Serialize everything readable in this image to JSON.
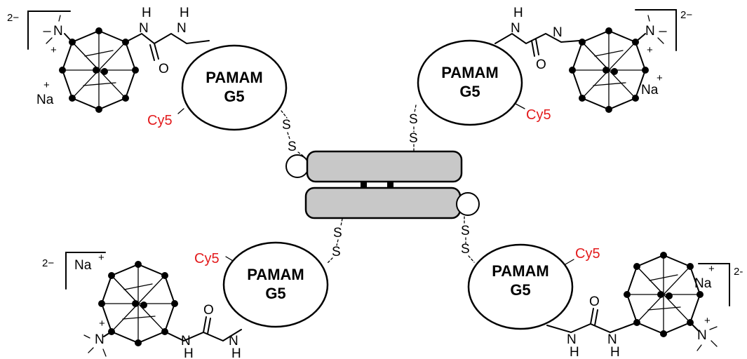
{
  "labels": {
    "pamam_name": "PAMAM",
    "pamam_generation": "G5",
    "dye": "Cy5",
    "sulfur": "S",
    "sodium": "Na",
    "plus": "+",
    "nitrogen": "N",
    "nh": "H",
    "oxygen": "O",
    "charge": "2−",
    "charge_alt": "2-"
  },
  "colors": {
    "dye": "#e31a1c",
    "protein_fill": "#c8c8c8",
    "line": "#000000"
  }
}
